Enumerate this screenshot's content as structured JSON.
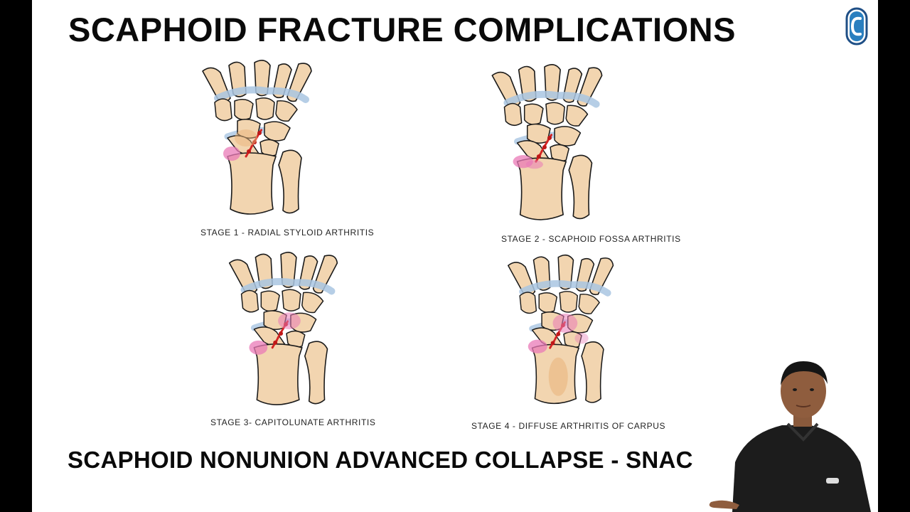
{
  "slide": {
    "title": "SCAPHOID FRACTURE COMPLICATIONS",
    "subtitle": "SCAPHOID NONUNION ADVANCED COLLAPSE - SNAC"
  },
  "stages": [
    {
      "caption": "STAGE 1 - RADIAL STYLOID ARTHRITIS"
    },
    {
      "caption": "STAGE 2 - SCAPHOID FOSSA ARTHRITIS"
    },
    {
      "caption": "STAGE 3- CAPITOLUNATE ARTHRITIS"
    },
    {
      "caption": "STAGE 4 - DIFFUSE ARTHRITIS OF CARPUS"
    }
  ],
  "colors": {
    "bone": "#f2d5b0",
    "cartilage": "#a9c6e2",
    "arthritis": "#e97ab7",
    "fracture": "#d42424",
    "logo": "#2a7fbf"
  },
  "icons": {
    "logo": "channel-logo-icon",
    "presenter": "presenter-video-overlay"
  }
}
